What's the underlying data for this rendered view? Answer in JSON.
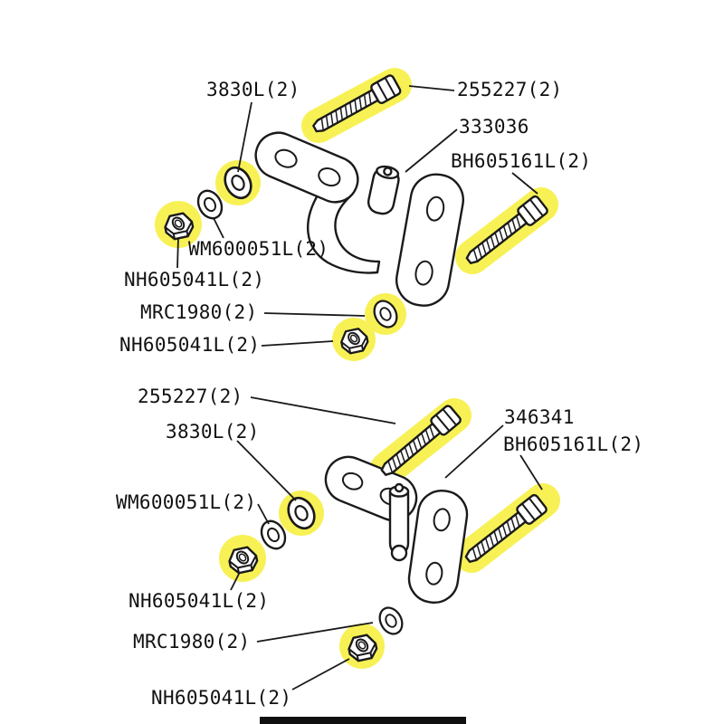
{
  "page": {
    "background": "#ffffff",
    "highlight_color": "#f7f155",
    "line_color": "#1a1a1a"
  },
  "assembly_top": {
    "labels": {
      "washer_3830": {
        "text": "3830L(2)",
        "highlighted": true
      },
      "bolt_255227": {
        "text": "255227(2)",
        "highlighted": true
      },
      "hinge_333036": {
        "text": "333036",
        "highlighted": false
      },
      "bolt_bh605161": {
        "text": "BH605161L(2)",
        "highlighted": true
      },
      "washer_wm600051": {
        "text": "WM600051L(2)",
        "highlighted": false
      },
      "nut_nh605041_upper": {
        "text": "NH605041L(2)",
        "highlighted": true
      },
      "washer_mrc1980": {
        "text": "MRC1980(2)",
        "highlighted": true
      },
      "nut_nh605041_lower": {
        "text": "NH605041L(2)",
        "highlighted": true
      }
    }
  },
  "assembly_bottom": {
    "labels": {
      "bolt_255227": {
        "text": "255227(2)",
        "highlighted": true
      },
      "washer_3830": {
        "text": "3830L(2)",
        "highlighted": true
      },
      "hinge_346341": {
        "text": "346341",
        "highlighted": false
      },
      "bolt_bh605161": {
        "text": "BH605161L(2)",
        "highlighted": true
      },
      "washer_wm600051": {
        "text": "WM600051L(2)",
        "highlighted": false
      },
      "nut_nh605041_upper": {
        "text": "NH605041L(2)",
        "highlighted": true
      },
      "washer_mrc1980": {
        "text": "MRC1980(2)",
        "highlighted": false
      },
      "nut_nh605041_lower": {
        "text": "NH605041L(2)",
        "highlighted": true
      }
    }
  }
}
